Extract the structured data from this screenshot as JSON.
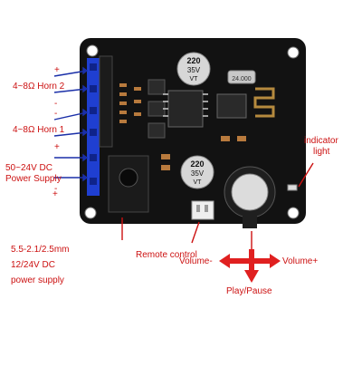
{
  "labels": {
    "horn2": "4~8Ω  Horn 2",
    "horn1": "4~8Ω  Horn 1",
    "power_v": "50~24V DC",
    "power_supply": "Power Supply",
    "barrel_1": "5.5-2.1/2.5mm",
    "barrel_2": "12/24V DC",
    "barrel_3": "power supply",
    "remote": "Remote control",
    "indicator_1": "indicator",
    "indicator_2": "light",
    "vol_minus": "Volume-",
    "vol_plus": "Volume+",
    "play_pause": "Play/Pause"
  },
  "polarity": [
    "+",
    "-",
    "-",
    "+",
    "-",
    "+"
  ],
  "capacitors": [
    {
      "value": "220",
      "voltage": "35V",
      "code": "VT"
    },
    {
      "value": "220",
      "voltage": "35V",
      "code": "VT"
    }
  ],
  "crystal": "24.000",
  "colors": {
    "label": "#cc1111",
    "pcb": "#121212",
    "terminal": "#1f3fd1",
    "wire": "#1a2fa8"
  }
}
